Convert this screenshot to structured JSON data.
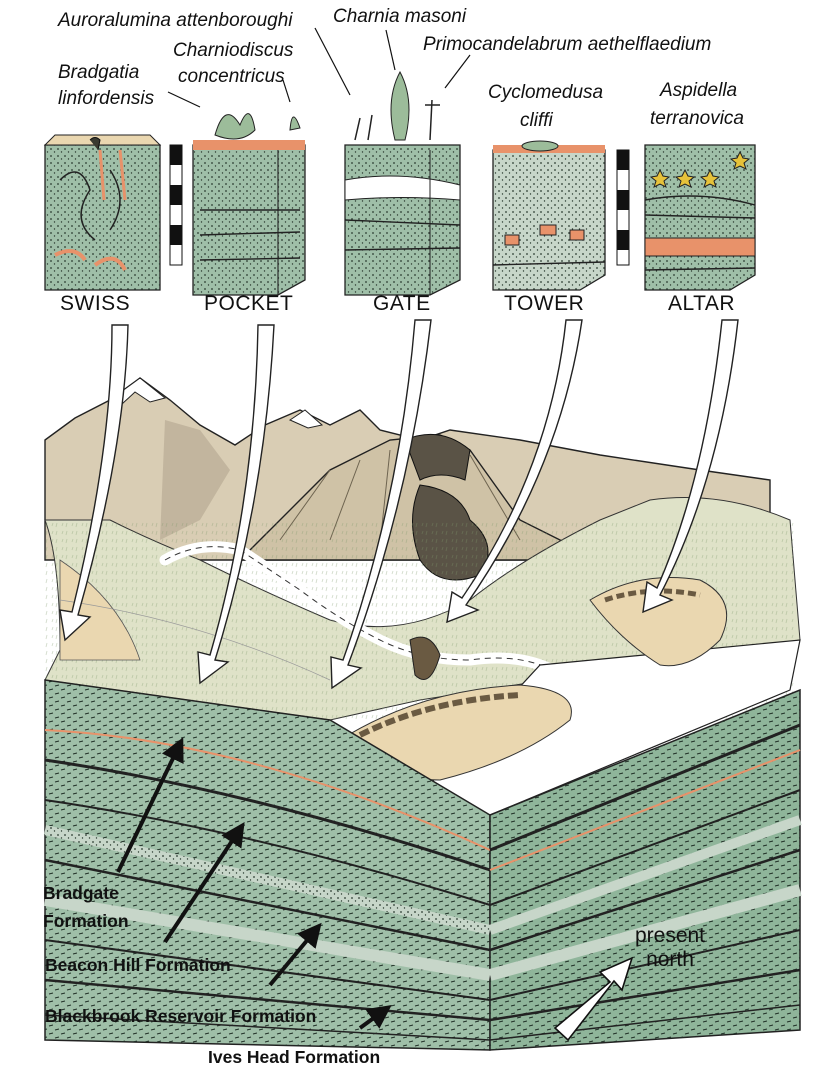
{
  "species": {
    "auroralumina": "Auroralumina attenboroughi",
    "charnia": "Charnia masoni",
    "primocandelabrum": "Primocandelabrum aethelflaediu­m",
    "charniodiscus_1": "Charniodiscus",
    "charniodiscus_2": "concentricus",
    "bradgatia_1": "Bradgatia",
    "bradgatia_2": "linfordensis",
    "cyclomedusa_1": "Cyclomedusa",
    "cyclomedusa_2": "cliffi",
    "aspidella_1": "Aspidella",
    "aspidella_2": "terranovica"
  },
  "sites": [
    "SWISS",
    "POCKET",
    "GATE",
    "TOWER",
    "ALTAR"
  ],
  "formations": {
    "bradgate_1": "Bradgate",
    "bradgate_2": "Formation",
    "beacon_hill": "Beacon Hill Formation",
    "blackbrook": "Blackbrook Reservoir Formation",
    "ives_head": "Ives Head Formation"
  },
  "compass": {
    "line1": "present",
    "line2": "north"
  },
  "colors": {
    "stone_green": "#9fbfa8",
    "stone_green_dark": "#7fa58c",
    "sand": "#ead7b0",
    "land_tan": "#d8c9ae",
    "orange": "#e8926a",
    "ink": "#1a1a1a",
    "volcanic": "#5a5346"
  }
}
